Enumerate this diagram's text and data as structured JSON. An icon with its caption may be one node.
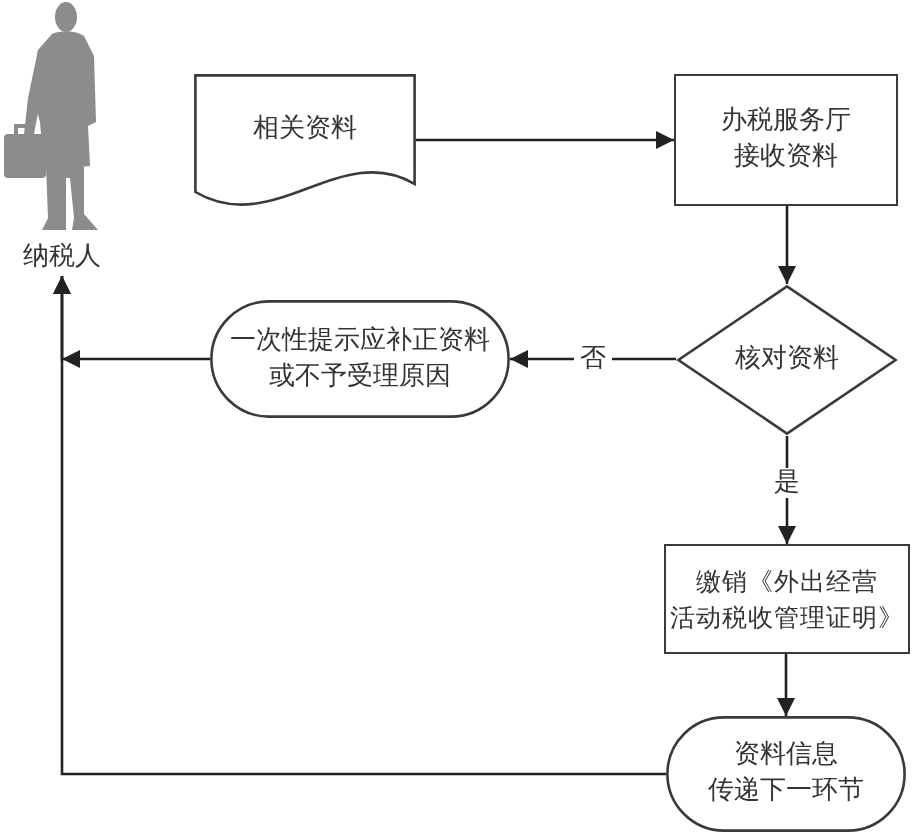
{
  "diagram": {
    "nodes": [
      {
        "text": [
          "纳税人"
        ]
      },
      {
        "text": [
          "相关资料"
        ]
      },
      {
        "text": [
          "办税服务厅接收资料"
        ]
      },
      {
        "text": [
          "核对资料"
        ]
      },
      {
        "text": [
          "一次性提示应补正资料或不予受理原因"
        ]
      },
      {
        "text": [
          "缴销《外出经营活动税收管理证明》"
        ]
      },
      {
        "text": [
          "资料信息传递下一环节"
        ]
      }
    ],
    "edges": [
      {
        "from": 1,
        "to": 2,
        "arrow": "to"
      },
      {
        "from": 2,
        "to": 3,
        "arrow": "to"
      },
      {
        "from": 3,
        "to": 4,
        "arrow": "to",
        "label": "否"
      },
      {
        "from": 3,
        "to": 5,
        "arrow": "to",
        "label": "是"
      },
      {
        "from": 5,
        "to": 6,
        "arrow": "to"
      },
      {
        "from": 4,
        "to": 0,
        "arrow": "to"
      },
      {
        "from": 6,
        "to": 0,
        "arrow": "to"
      }
    ]
  }
}
